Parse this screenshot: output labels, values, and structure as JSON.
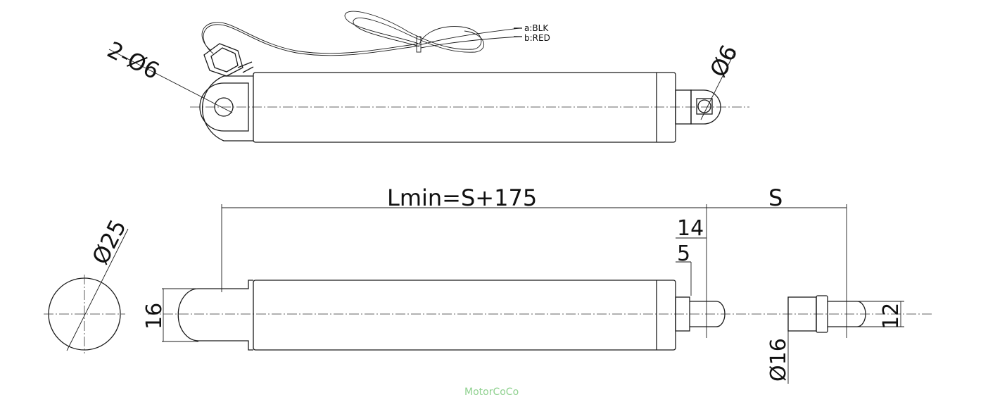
{
  "labels": {
    "mount_hole_dim": "2-Ø6",
    "rod_hole_dim": "Ø6",
    "wire_a": "a:BLK",
    "wire_b": "b:RED",
    "lmin": "Lmin=S+175",
    "stroke": "S",
    "dim_14": "14",
    "dim_5": "5",
    "body_dia": "Ø25",
    "dim_16": "16",
    "rod_dia": "Ø16",
    "dim_12": "12"
  },
  "watermark": "MotorCoCo",
  "colors": {
    "line": "#1a1a1a",
    "watermark": "#8fd18f",
    "background": "#ffffff"
  }
}
